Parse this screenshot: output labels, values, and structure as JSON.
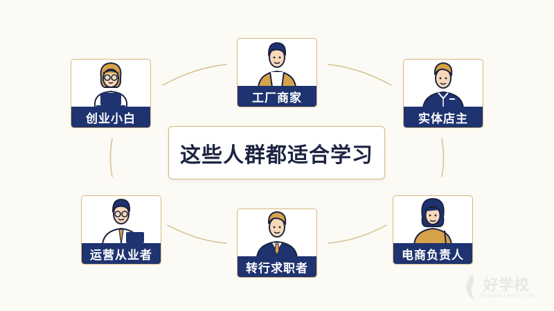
{
  "center": {
    "title": "这些人群都适合学习"
  },
  "cards": [
    {
      "label": "创业小白"
    },
    {
      "label": "工厂商家"
    },
    {
      "label": "实体店主"
    },
    {
      "label": "运营从业者"
    },
    {
      "label": "转行求职者"
    },
    {
      "label": "电商负责人"
    }
  ],
  "colors": {
    "navy": "#1e3370",
    "gold": "#d8b77a",
    "mustard": "#d6a24a"
  },
  "watermark": {
    "text": "好学校",
    "sub": "91goodschool.com"
  }
}
